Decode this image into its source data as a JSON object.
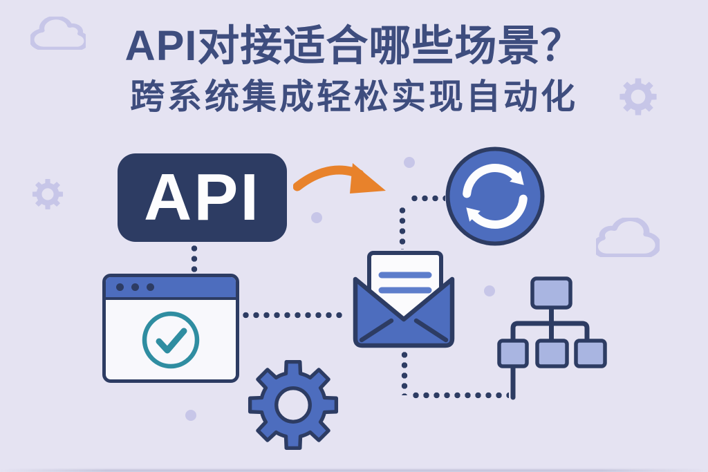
{
  "header": {
    "title": "API对接适合哪些场景？",
    "subtitle": "跨系统集成轻松实现自动化"
  },
  "api": {
    "label": "API"
  },
  "colors": {
    "bg": "#e5e3f2",
    "navy": "#2d3c63",
    "blue": "#4d6dbe",
    "panel": "#a9b5e1",
    "teal": "#2f8da1",
    "orange": "#e8822b",
    "deco": "#c7c6e8",
    "paper": "#fbfbfd",
    "line": "#5d7dcb",
    "title": "#3e4d7e"
  },
  "icons": {
    "sync": "circular-refresh-arrows",
    "browser": "browser-window-with-checkmark",
    "email": "open-envelope-with-letter",
    "gear": "settings-gear",
    "flowchart": "hierarchy-org-chart",
    "arrow": "curved-orange-arrow",
    "cloud": "cloud-outline",
    "deco_gear": "pale-gear-silhouette"
  }
}
